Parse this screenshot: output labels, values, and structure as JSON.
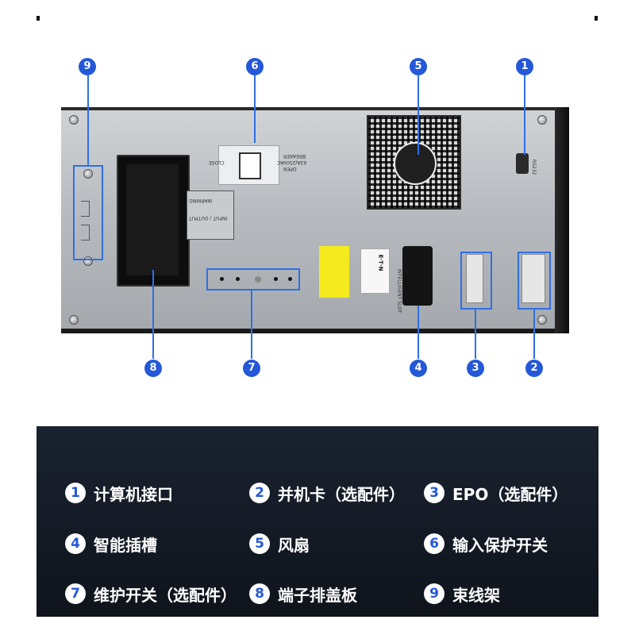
{
  "colors": {
    "accent": "#2458d8",
    "panel_dark": "#131a24"
  },
  "product": {
    "breaker_label": "BREAKER",
    "breaker_rating": "63A/250VAC",
    "breaker_open": "OPEN",
    "breaker_close": "CLOSE",
    "rs232_label": "RS232",
    "slot_label": "INTELLIGENT SLOT",
    "brand": "E·T·N",
    "warning_title": "WARNING",
    "warning_text": "INPUT / OUTPUT"
  },
  "callouts": [
    "1",
    "2",
    "3",
    "4",
    "5",
    "6",
    "7",
    "8",
    "9"
  ],
  "legend": [
    {
      "num": "1",
      "label": "计算机接口"
    },
    {
      "num": "2",
      "label": "并机卡（选配件）"
    },
    {
      "num": "3",
      "label": "EPO（选配件）"
    },
    {
      "num": "4",
      "label": "智能插槽"
    },
    {
      "num": "5",
      "label": "风扇"
    },
    {
      "num": "6",
      "label": "输入保护开关"
    },
    {
      "num": "7",
      "label": "维护开关（选配件）"
    },
    {
      "num": "8",
      "label": "端子排盖板"
    },
    {
      "num": "9",
      "label": "束线架"
    }
  ]
}
